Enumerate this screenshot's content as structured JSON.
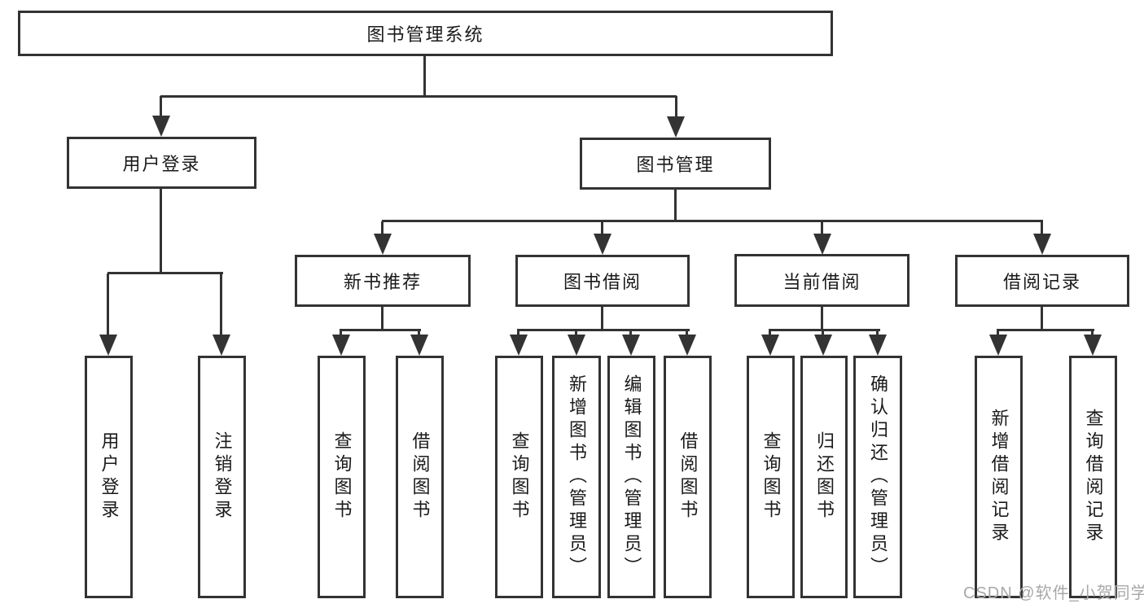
{
  "nodes": {
    "root": "图书管理系统",
    "userLogin": "用户登录",
    "bookManagement": "图书管理",
    "newBookRecommend": "新书推荐",
    "bookBorrowing": "图书借阅",
    "currentBorrowing": "当前借阅",
    "borrowingRecords": "借阅记录"
  },
  "leaves": {
    "userLogin": "用户登录",
    "logout": "注销登录",
    "queryBooks1": "查询图书",
    "borrowBooks1": "借阅图书",
    "queryBooks2": "查询图书",
    "addBooksAdmin": "新增图书（管理员）",
    "editBooksAdmin": "编辑图书（管理员）",
    "borrowBooks2": "借阅图书",
    "queryBooks3": "查询图书",
    "returnBooks": "归还图书",
    "confirmReturnAdmin": "确认归还（管理员）",
    "addBorrowRecord": "新增借阅记录",
    "queryBorrowRecord": "查询借阅记录"
  },
  "watermark": "CSDN @软件_小贺同学",
  "colors": {
    "line": "#333333",
    "text": "#1a1a1a",
    "watermark": "#a8a8a8",
    "background": "#ffffff"
  }
}
